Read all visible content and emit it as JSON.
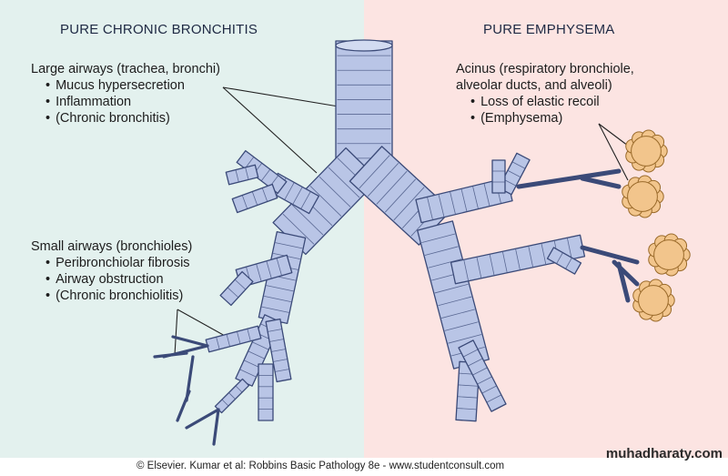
{
  "colors": {
    "left_background": "#e3f1ee",
    "right_background": "#fce4e2",
    "airway_fill": "#b9c5e6",
    "airway_stroke": "#3b4a78",
    "alveoli_fill": "#f2c58c",
    "alveoli_stroke": "#9a6a2a"
  },
  "left_panel": {
    "title": "PURE CHRONIC BRONCHITIS",
    "large_airways": {
      "heading": "Large airways (trachea, bronchi)",
      "bullets": [
        "Mucus hypersecretion",
        "Inflammation",
        "(Chronic bronchitis)"
      ]
    },
    "small_airways": {
      "heading": "Small airways (bronchioles)",
      "bullets": [
        "Peribronchiolar fibrosis",
        "Airway obstruction",
        "(Chronic bronchiolitis)"
      ]
    }
  },
  "right_panel": {
    "title": "PURE EMPHYSEMA",
    "acinus": {
      "heading_line1": "Acinus (respiratory bronchiole,",
      "heading_line2": "alveolar ducts, and alveoli)",
      "bullets": [
        "Loss of elastic recoil",
        "(Emphysema)"
      ]
    }
  },
  "footer": {
    "copyright": "© Elsevier. Kumar et al: Robbins Basic Pathology 8e - www.studentconsult.com"
  },
  "watermark": {
    "name": "muhadharaty",
    "tld": ".com"
  }
}
